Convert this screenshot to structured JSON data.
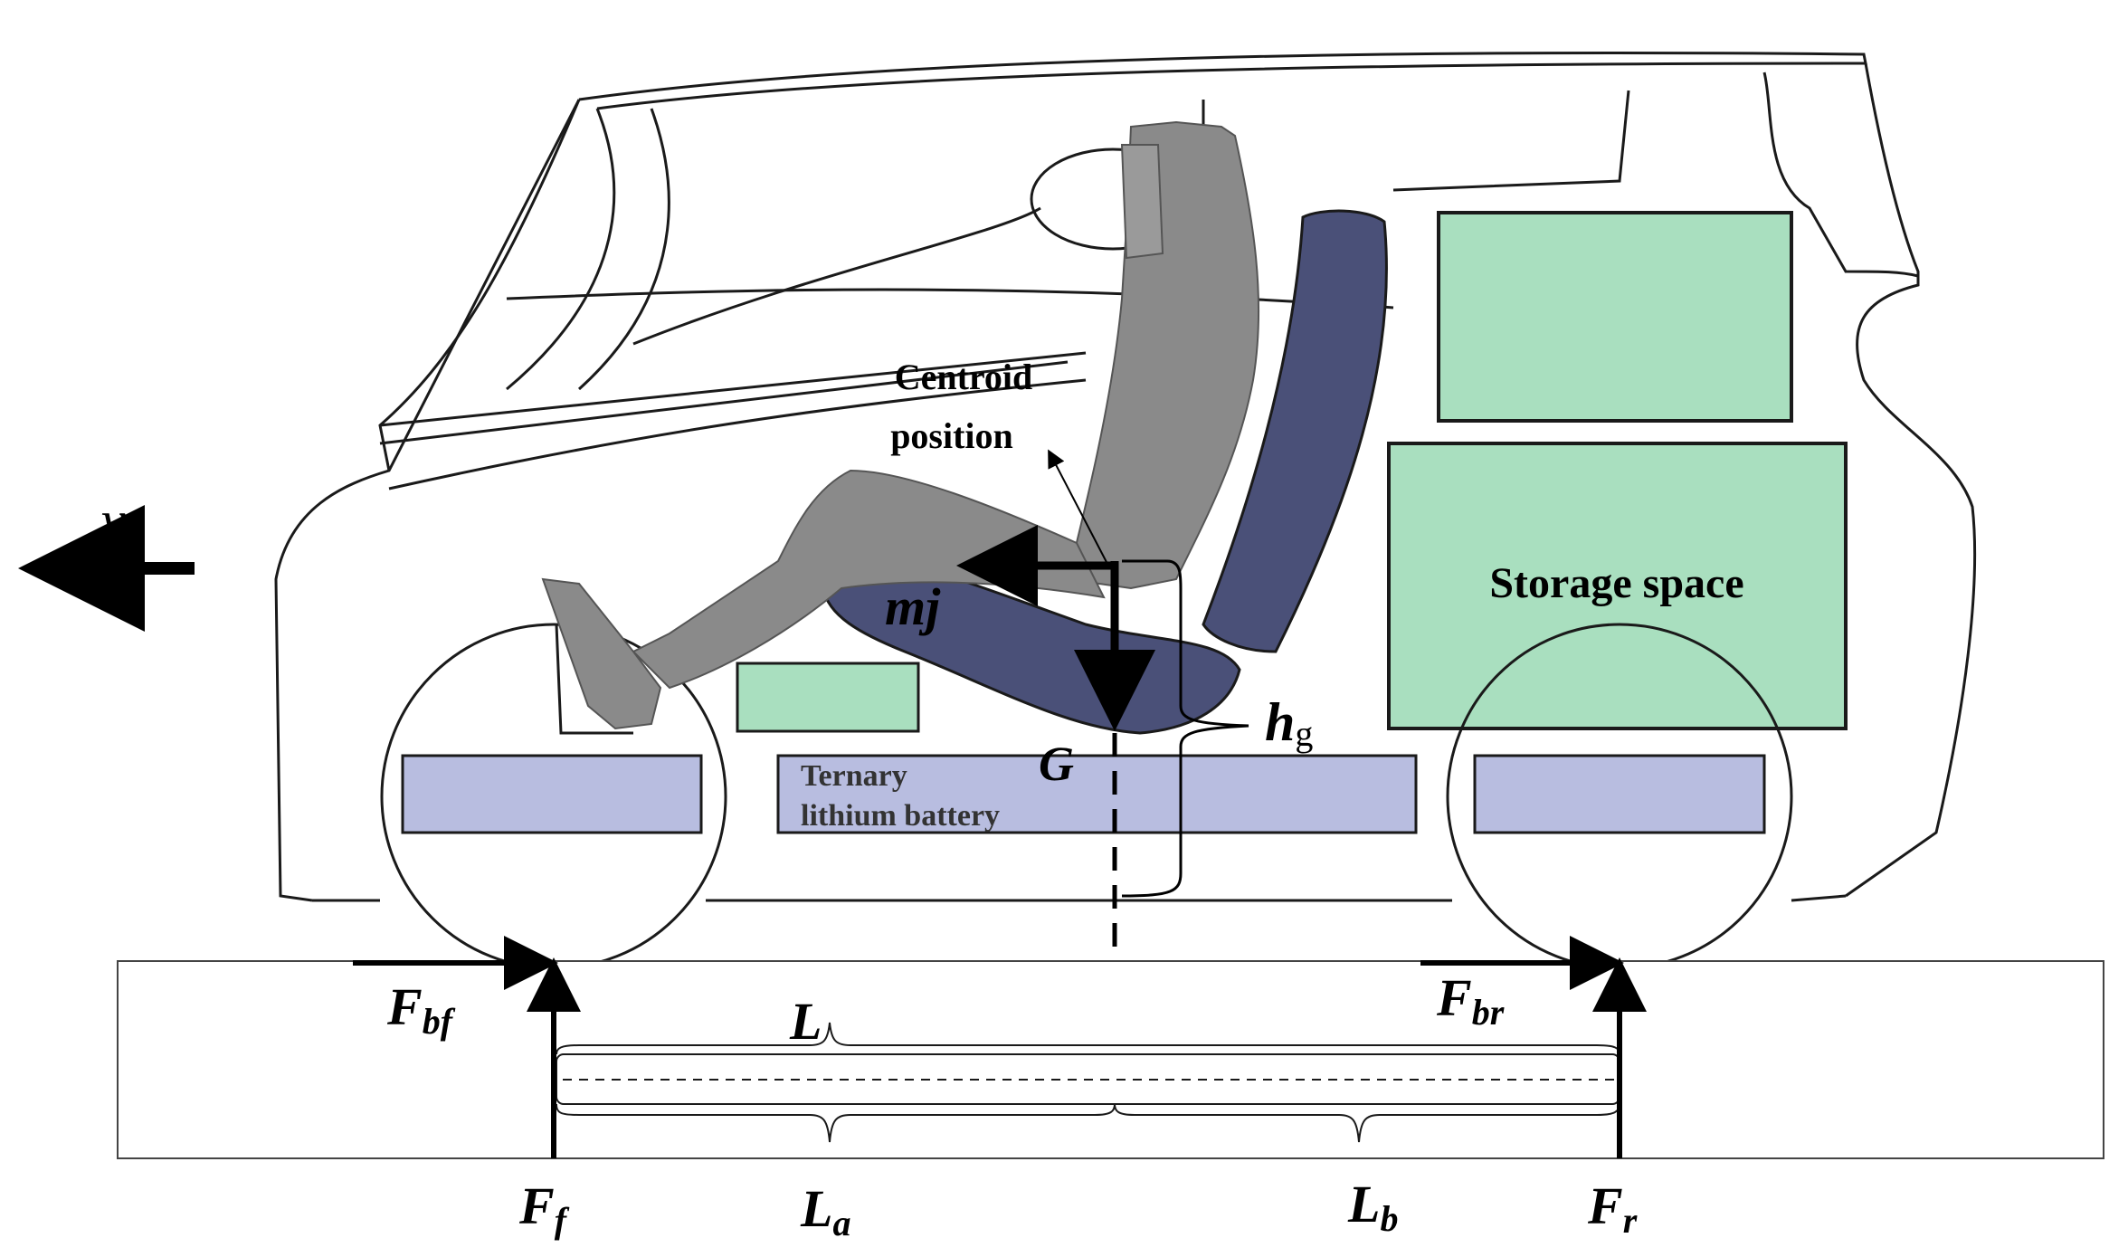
{
  "labels": {
    "velocity": "v",
    "centroid_line1": "Centroid",
    "centroid_line2": "position",
    "inertia": "mj",
    "gravity": "G",
    "height_main": "h",
    "height_sub": "g",
    "storage": "Storage space",
    "battery_line1": "Ternary",
    "battery_line2": "lithium battery",
    "wheelbase": "L",
    "front_dist_main": "L",
    "front_dist_sub": "a",
    "rear_dist_main": "L",
    "rear_dist_sub": "b",
    "front_brake_main": "F",
    "front_brake_sub": "bf",
    "rear_brake_main": "F",
    "rear_brake_sub": "br",
    "front_normal_main": "F",
    "front_normal_sub": "f",
    "rear_normal_main": "F",
    "rear_normal_sub": "r"
  },
  "colors": {
    "storage_fill": "#a9dfbf",
    "battery_fill": "#b8bde0",
    "seat_fill": "#4a5078",
    "driver_fill": "#8a8a8a",
    "outline": "#1a1a1a"
  }
}
